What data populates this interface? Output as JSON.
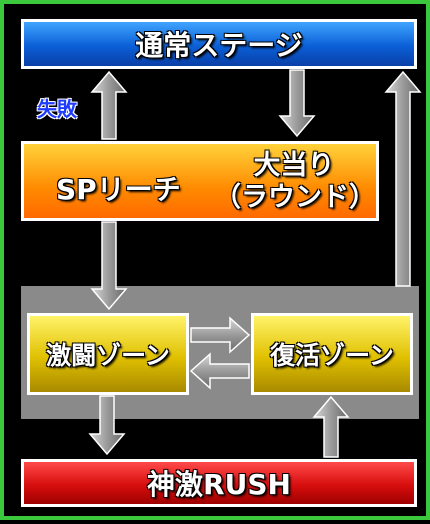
{
  "nodes": {
    "normal_stage": "通常ステージ",
    "sp_reach": "SPリーチ",
    "jackpot_line1": "大当り",
    "jackpot_line2": "（ラウンド）",
    "gekito_zone": "激闘ゾーン",
    "fukkatsu_zone": "復活ゾーン",
    "shingeki_rush": "神激RUSH"
  },
  "labels": {
    "fail": "失敗"
  },
  "colors": {
    "frame_border": "#3cc83c",
    "background": "#000000",
    "normal_stage": "#0b5fd6",
    "sp_reach": "#ff8a00",
    "zones": "#e0c000",
    "rush": "#d80e0e",
    "panel": "#8a8a8a",
    "arrow": "#8c8c8c",
    "fail_text": "#1f3cff"
  }
}
